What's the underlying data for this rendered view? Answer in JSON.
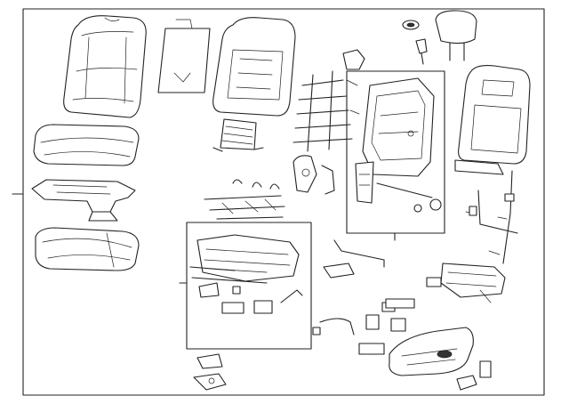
{
  "diagram": {
    "kind": "exploded-parts-illustration",
    "subject": "seat-assembly",
    "callout_groups": 2,
    "colors": {
      "line": "#222222",
      "background": "#ffffff",
      "shade": "#dcdcdc"
    }
  }
}
